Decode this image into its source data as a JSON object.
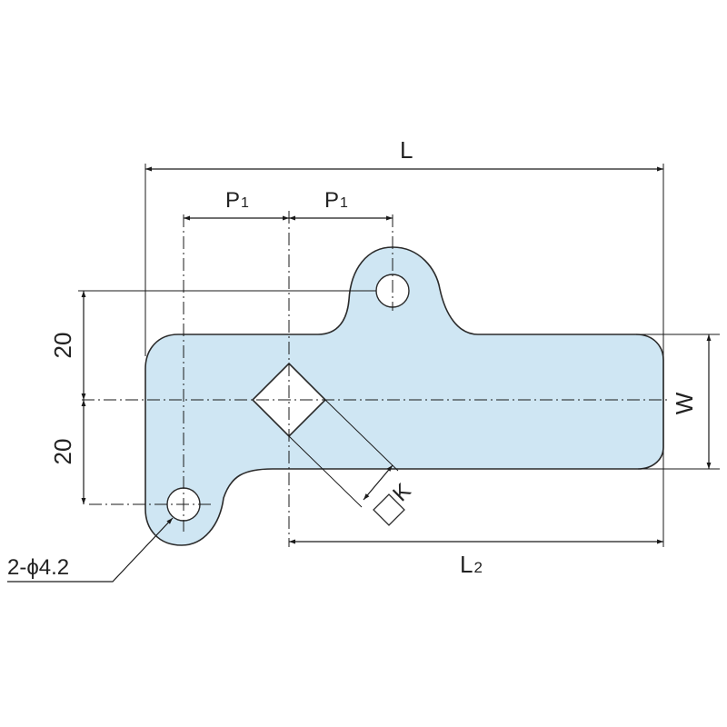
{
  "colors": {
    "part_fill": "#cfe6f3",
    "outline": "#2b2b2b",
    "lines": "#1a1a1a",
    "text": "#222222"
  },
  "dimensions": {
    "overall_length": "L",
    "pitch_left": "P",
    "pitch_left_sub": "1",
    "pitch_right": "P",
    "pitch_right_sub": "1",
    "height_upper": "20",
    "height_lower": "20",
    "width": "W",
    "length_2": "L",
    "length_2_sub": "2",
    "square_hole": "K",
    "hole_callout": "2-ϕ4.2"
  }
}
